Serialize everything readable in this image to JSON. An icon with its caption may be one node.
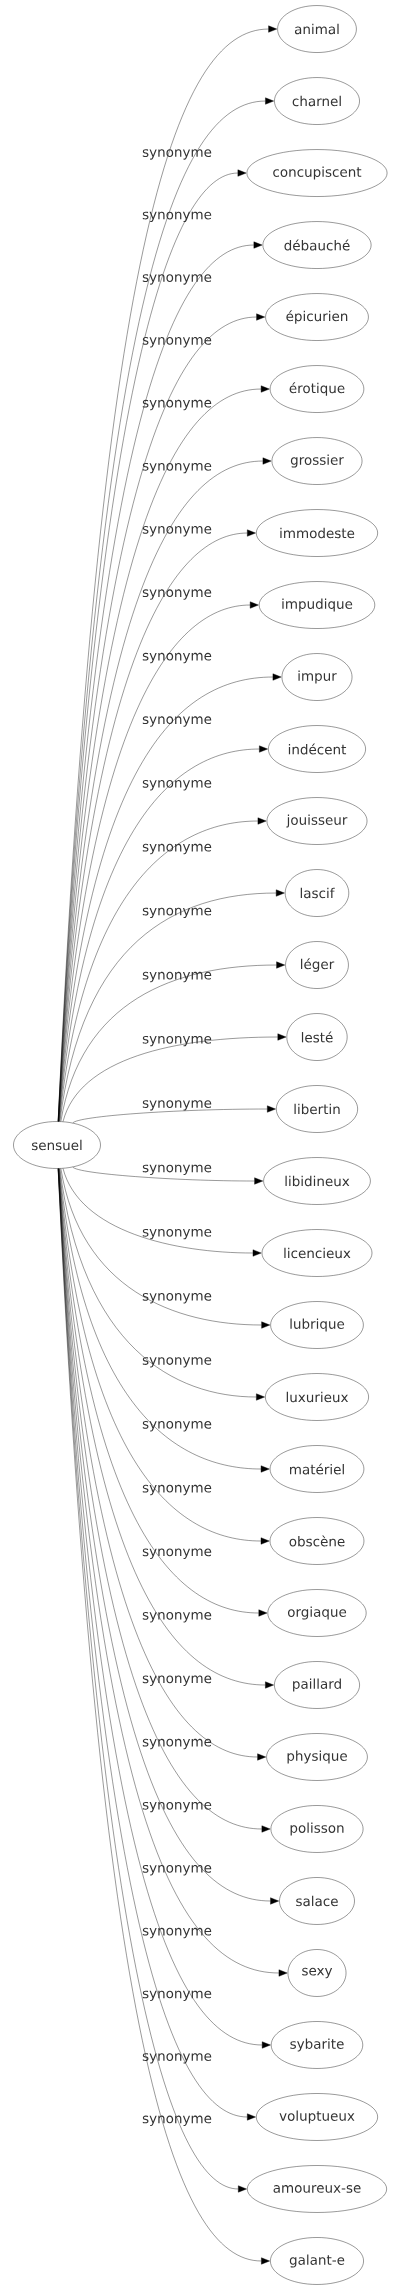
{
  "diagram": {
    "nodes": [
      {
        "text": [
          "sensuel"
        ]
      },
      {
        "text": [
          "animal"
        ]
      },
      {
        "text": [
          "charnel"
        ]
      },
      {
        "text": [
          "concupiscent"
        ]
      },
      {
        "text": [
          "débauché"
        ]
      },
      {
        "text": [
          "épicurien"
        ]
      },
      {
        "text": [
          "érotique"
        ]
      },
      {
        "text": [
          "grossier"
        ]
      },
      {
        "text": [
          "immodeste"
        ]
      },
      {
        "text": [
          "impudique"
        ]
      },
      {
        "text": [
          "impur"
        ]
      },
      {
        "text": [
          "indécent"
        ]
      },
      {
        "text": [
          "jouisseur"
        ]
      },
      {
        "text": [
          "lascif"
        ]
      },
      {
        "text": [
          "léger"
        ]
      },
      {
        "text": [
          "lesté"
        ]
      },
      {
        "text": [
          "libertin"
        ]
      },
      {
        "text": [
          "libidineux"
        ]
      },
      {
        "text": [
          "licencieux"
        ]
      },
      {
        "text": [
          "lubrique"
        ]
      },
      {
        "text": [
          "luxurieux"
        ]
      },
      {
        "text": [
          "matériel"
        ]
      },
      {
        "text": [
          "obscène"
        ]
      },
      {
        "text": [
          "orgiaque"
        ]
      },
      {
        "text": [
          "paillard"
        ]
      },
      {
        "text": [
          "physique"
        ]
      },
      {
        "text": [
          "polisson"
        ]
      },
      {
        "text": [
          "salace"
        ]
      },
      {
        "text": [
          "sexy"
        ]
      },
      {
        "text": [
          "sybarite"
        ]
      },
      {
        "text": [
          "voluptueux"
        ]
      },
      {
        "text": [
          "amoureux-se"
        ]
      },
      {
        "text": [
          "galant-e"
        ]
      }
    ],
    "edges": [
      {
        "from": 0,
        "to": 1,
        "arrow": "to",
        "label": "synonyme"
      },
      {
        "from": 0,
        "to": 2,
        "arrow": "to",
        "label": "synonyme"
      },
      {
        "from": 0,
        "to": 3,
        "arrow": "to",
        "label": "synonyme"
      },
      {
        "from": 0,
        "to": 4,
        "arrow": "to",
        "label": "synonyme"
      },
      {
        "from": 0,
        "to": 5,
        "arrow": "to",
        "label": "synonyme"
      },
      {
        "from": 0,
        "to": 6,
        "arrow": "to",
        "label": "synonyme"
      },
      {
        "from": 0,
        "to": 7,
        "arrow": "to",
        "label": "synonyme"
      },
      {
        "from": 0,
        "to": 8,
        "arrow": "to",
        "label": "synonyme"
      },
      {
        "from": 0,
        "to": 9,
        "arrow": "to",
        "label": "synonyme"
      },
      {
        "from": 0,
        "to": 10,
        "arrow": "to",
        "label": "synonyme"
      },
      {
        "from": 0,
        "to": 11,
        "arrow": "to",
        "label": "synonyme"
      },
      {
        "from": 0,
        "to": 12,
        "arrow": "to",
        "label": "synonyme"
      },
      {
        "from": 0,
        "to": 13,
        "arrow": "to",
        "label": "synonyme"
      },
      {
        "from": 0,
        "to": 14,
        "arrow": "to",
        "label": "synonyme"
      },
      {
        "from": 0,
        "to": 15,
        "arrow": "to",
        "label": "synonyme"
      },
      {
        "from": 0,
        "to": 16,
        "arrow": "to",
        "label": "synonyme"
      },
      {
        "from": 0,
        "to": 17,
        "arrow": "to",
        "label": "synonyme"
      },
      {
        "from": 0,
        "to": 18,
        "arrow": "to",
        "label": "synonyme"
      },
      {
        "from": 0,
        "to": 19,
        "arrow": "to",
        "label": "synonyme"
      },
      {
        "from": 0,
        "to": 20,
        "arrow": "to",
        "label": "synonyme"
      },
      {
        "from": 0,
        "to": 21,
        "arrow": "to",
        "label": "synonyme"
      },
      {
        "from": 0,
        "to": 22,
        "arrow": "to",
        "label": "synonyme"
      },
      {
        "from": 0,
        "to": 23,
        "arrow": "to",
        "label": "synonyme"
      },
      {
        "from": 0,
        "to": 24,
        "arrow": "to",
        "label": "synonyme"
      },
      {
        "from": 0,
        "to": 25,
        "arrow": "to",
        "label": "synonyme"
      },
      {
        "from": 0,
        "to": 26,
        "arrow": "to",
        "label": "synonyme"
      },
      {
        "from": 0,
        "to": 27,
        "arrow": "to",
        "label": "synonyme"
      },
      {
        "from": 0,
        "to": 28,
        "arrow": "to",
        "label": "synonyme"
      },
      {
        "from": 0,
        "to": 29,
        "arrow": "to",
        "label": "synonyme"
      },
      {
        "from": 0,
        "to": 30,
        "arrow": "to",
        "label": "synonyme"
      },
      {
        "from": 0,
        "to": 31,
        "arrow": "to",
        "label": "synonyme"
      },
      {
        "from": 0,
        "to": 32,
        "arrow": "to",
        "label": "synonyme"
      }
    ]
  }
}
